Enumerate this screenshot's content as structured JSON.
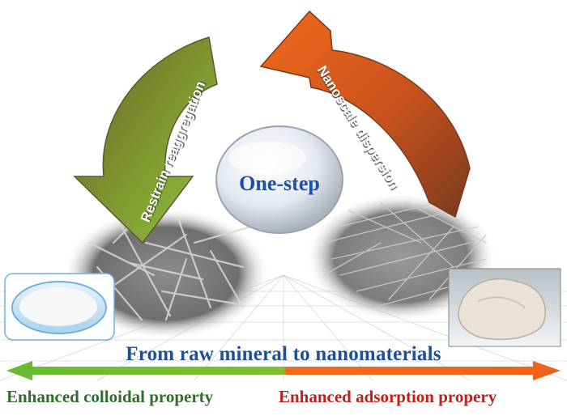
{
  "labels": {
    "center": "One-step",
    "left_arrow": "Restrain reaggregation",
    "right_arrow": "Nanoscale dispersion",
    "banner": "From raw mineral to nanomaterials",
    "bottom_left": "Enhanced colloidal property",
    "bottom_right": "Enhanced adsorption propery"
  },
  "colors": {
    "left_arrow": "#7fa832",
    "right_arrow": "#e05a1a",
    "banner_text": "#1f4e9a",
    "bottom_left_text": "#2f6f2a",
    "bottom_right_text": "#c21f16",
    "gradient_left": "#5cb82c",
    "gradient_right": "#f05a1c"
  }
}
